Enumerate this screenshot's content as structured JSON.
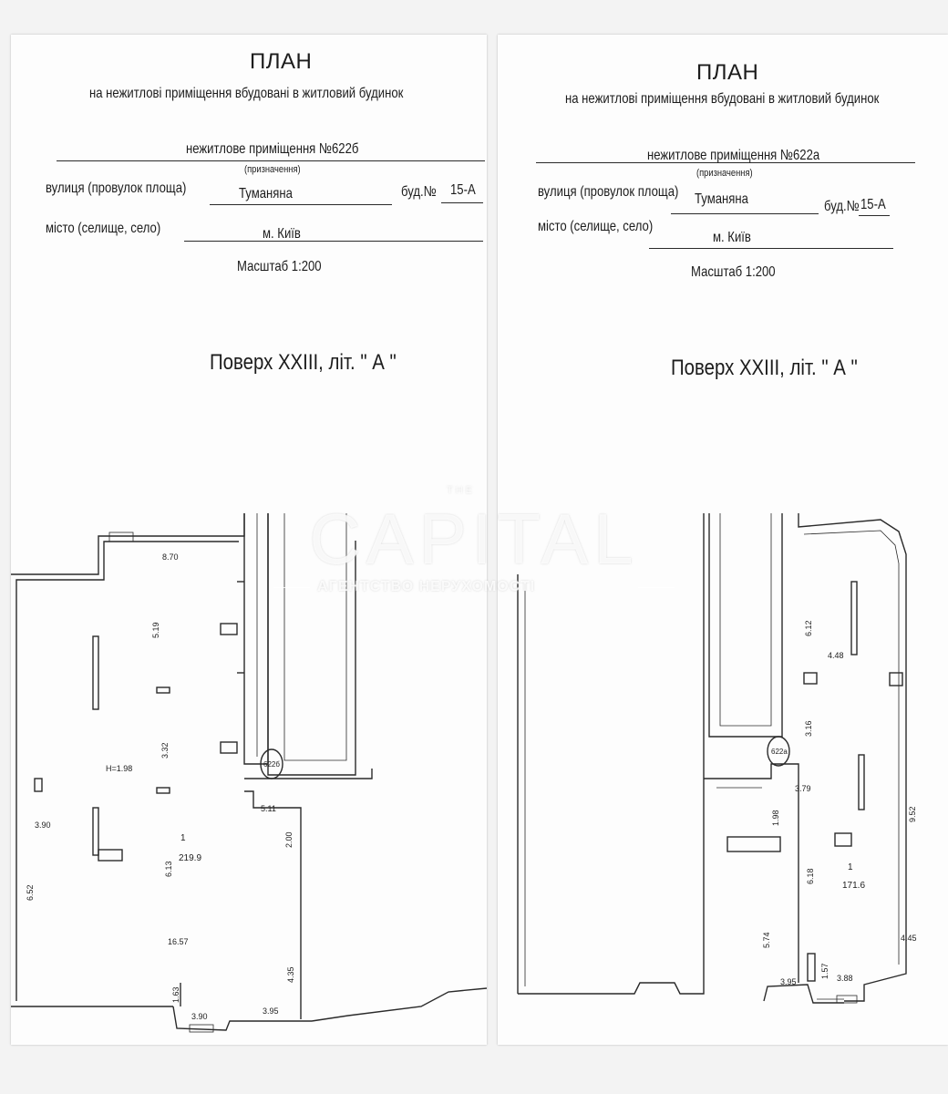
{
  "left_plan": {
    "title": "ПЛАН",
    "subtitle": "на нежитлові приміщення вбудовані  в житловий будинок",
    "premises": "нежитлове приміщення №622б",
    "purpose_note": "(призначення)",
    "street_label": "вулиця (провулок площа)",
    "street_value": "Туманяна",
    "building_label": "буд.№",
    "building_value": "15-А",
    "city_label": "місто (селище, село)",
    "city_value": "м. Київ",
    "scale": "Масштаб 1:200",
    "floor": "Поверх XXIII, літ. \" А \"",
    "room_number": "1",
    "room_area": "219.9",
    "room_tag": "622б",
    "height_note": "Н=1.98",
    "dims": {
      "d870": "8.70",
      "d519": "5.19",
      "d332": "3.32",
      "d390a": "3.90",
      "d652": "6.52",
      "d613": "6.13",
      "d1657": "16.57",
      "d163": "1.63",
      "d390b": "3.90",
      "d395": "3.95",
      "d435": "4.35",
      "d200": "2.00",
      "d511": "5.11"
    }
  },
  "right_plan": {
    "title": "ПЛАН",
    "subtitle": "на нежитлові приміщення вбудовані  в житловий будинок",
    "premises": "нежитлове приміщення №622а",
    "purpose_note": "(призначення)",
    "street_label": "вулиця (провулок площа)",
    "street_value": "Туманяна",
    "building_label": "буд.№",
    "building_value": "15-А",
    "city_label": "місто (селище, село)",
    "city_value": "м. Київ",
    "scale": "Масштаб 1:200",
    "floor": "Поверх XXIII, літ. \" А \"",
    "room_number": "1",
    "room_area": "171.6",
    "room_tag": "622а",
    "dims": {
      "d612": "6.12",
      "d448": "4.48",
      "d316": "3.16",
      "d379": "3.79",
      "d198": "1.98",
      "d618": "6.18",
      "d952": "9.52",
      "d574": "5.74",
      "d445": "4.45",
      "d157": "1.57",
      "d395": "3.95",
      "d388": "3.88"
    }
  },
  "watermark": {
    "the": "THE",
    "brand": "CAPITAL",
    "sub": "АГЕНТСТВО НЕРУХОМОСТІ"
  }
}
